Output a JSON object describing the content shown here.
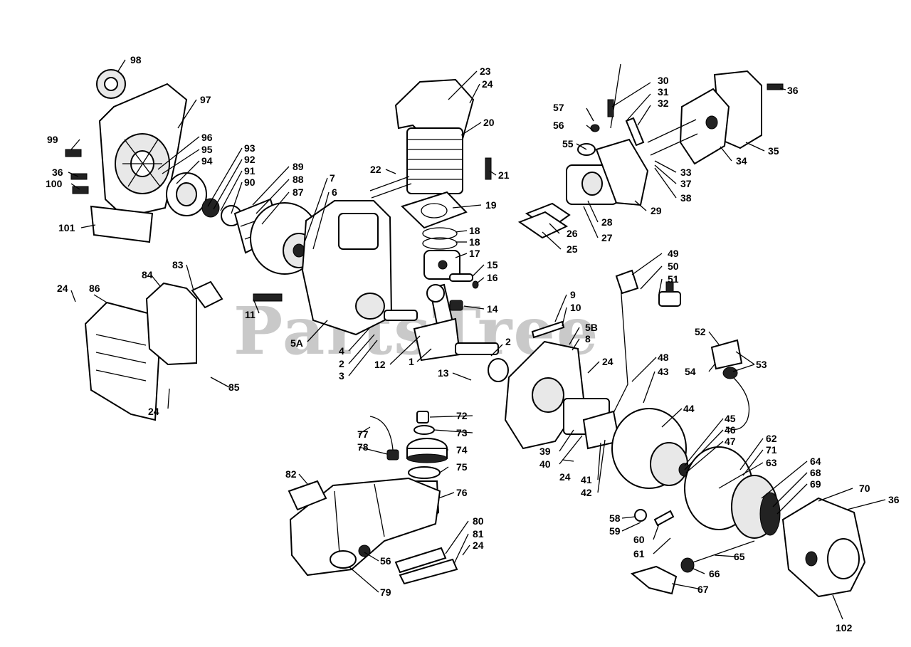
{
  "watermark": "PartsTree",
  "callouts": [
    "98",
    "97",
    "99",
    "96",
    "95",
    "36",
    "94",
    "93",
    "92",
    "100",
    "91",
    "90",
    "101",
    "89",
    "88",
    "87",
    "7",
    "6",
    "23",
    "24",
    "20",
    "22",
    "21",
    "19",
    "18",
    "18",
    "17",
    "15",
    "16",
    "14",
    "86",
    "84",
    "83",
    "24",
    "11",
    "5A",
    "4",
    "2",
    "3",
    "12",
    "1",
    "2",
    "13",
    "85",
    "24",
    "57",
    "56",
    "55",
    "30",
    "31",
    "32",
    "36",
    "35",
    "34",
    "33",
    "37",
    "38",
    "29",
    "28",
    "27",
    "26",
    "25",
    "49",
    "50",
    "51",
    "9",
    "10",
    "5B",
    "8",
    "24",
    "48",
    "43",
    "52",
    "54",
    "53",
    "44",
    "45",
    "46",
    "47",
    "39",
    "40",
    "24",
    "41",
    "42",
    "72",
    "73",
    "74",
    "75",
    "76",
    "77",
    "78",
    "82",
    "80",
    "81",
    "24",
    "56",
    "79",
    "62",
    "71",
    "63",
    "64",
    "68",
    "69",
    "70",
    "36",
    "58",
    "59",
    "60",
    "61",
    "65",
    "66",
    "67",
    "102"
  ]
}
